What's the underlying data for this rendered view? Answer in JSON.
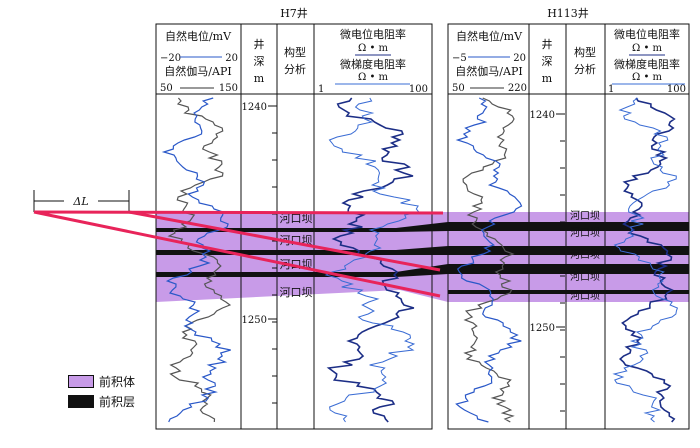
{
  "wells": [
    {
      "name": "H7井",
      "headers": {
        "sp_label": "自然电位/mV",
        "sp_min": "−20",
        "sp_max": "20",
        "gr_label": "自然伽马/API",
        "gr_min": "50",
        "gr_max": "150",
        "depth_label": [
          "井",
          "深",
          "m"
        ],
        "structure_label": [
          "构型",
          "分析"
        ],
        "res1_label": "微电位电阻率",
        "res_unit": "Ω • m",
        "res2_label": "微梯度电阻率",
        "res_min": "1",
        "res_max": "100"
      },
      "depth_ticks": [
        "1240",
        "1250"
      ],
      "bodies": [
        "河口坝",
        "河口坝",
        "河口坝",
        "河口坝"
      ]
    },
    {
      "name": "H113井",
      "headers": {
        "sp_label": "自然电位/mV",
        "sp_min": "−5",
        "sp_max": "20",
        "gr_label": "自然伽马/API",
        "gr_min": "50",
        "gr_max": "220",
        "depth_label": [
          "井",
          "深",
          "m"
        ],
        "structure_label": [
          "构型",
          "分析"
        ],
        "res1_label": "微电位电阻率",
        "res_unit": "Ω • m",
        "res2_label": "微梯度电阻率",
        "res_min": "1",
        "res_max": "100"
      },
      "depth_ticks": [
        "1240",
        "1250"
      ],
      "bodies": [
        "河口坝",
        "河口坝",
        "河口坝",
        "河口坝",
        "河口坝"
      ]
    }
  ],
  "delta_label": "ΔL",
  "legend": [
    {
      "label": "前积体",
      "color": "#c89be8"
    },
    {
      "label": "前积层",
      "color": "#111111"
    }
  ],
  "colors": {
    "forset_body": "#c89be8",
    "forset_layer": "#111111",
    "correlation_line": "#e8245a",
    "sp_curve": "#555555",
    "gr_curve": "#2a58c8",
    "res1_curve": "#1c2e86",
    "res2_curve": "#3a6cd4"
  }
}
